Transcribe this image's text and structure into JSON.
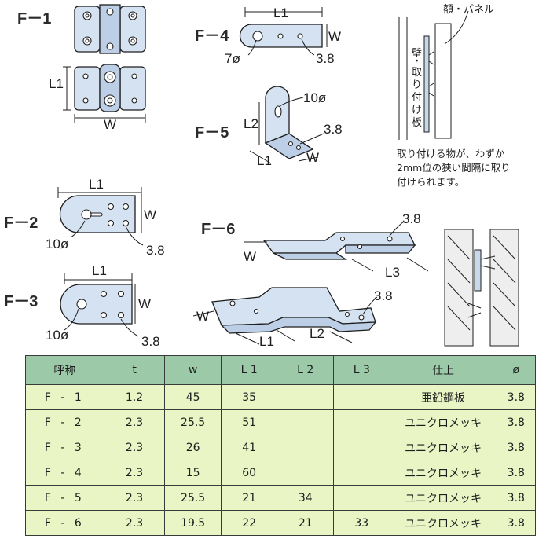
{
  "figures": {
    "f1": {
      "label": "F－1",
      "dim_l1": "L1",
      "dim_w": "W"
    },
    "f2": {
      "label": "F－2",
      "dim_l1": "L1",
      "dim_w": "W",
      "hole_a": "10ø",
      "hole_b": "3.8"
    },
    "f3": {
      "label": "F－3",
      "dim_l1": "L1",
      "dim_w": "W",
      "hole_a": "10ø",
      "hole_b": "3.8"
    },
    "f4": {
      "label": "F－4",
      "dim_l1": "L1",
      "dim_w": "W",
      "hole_a": "7ø",
      "hole_b": "3.8"
    },
    "f5": {
      "label": "F－5",
      "dim_l1": "L1",
      "dim_l2": "L2",
      "dim_w": "W",
      "hole_a": "10ø",
      "hole_b": "3.8"
    },
    "f6": {
      "label": "F－6",
      "dim_l1": "L1",
      "dim_l2": "L2",
      "dim_l3": "L3",
      "dim_w": "W",
      "hole_b": "3.8"
    }
  },
  "install_diagram": {
    "panel_label": "額・パネル",
    "wall_label": [
      "壁",
      "・",
      "取",
      "り",
      "付",
      "け",
      "板"
    ]
  },
  "note": "取り付ける物が、わずか\n2mm位の狭い間隔に取り\n付けられます。",
  "table": {
    "headers": [
      "呼称",
      "t",
      "w",
      "L 1",
      "L 2",
      "L 3",
      "仕上",
      "ø"
    ],
    "rows": [
      [
        "F - 1",
        "1.2",
        "45",
        "35",
        "",
        "",
        "亜鉛鋼板",
        "3.8"
      ],
      [
        "F - 2",
        "2.3",
        "25.5",
        "51",
        "",
        "",
        "ユニクロメッキ",
        "3.8"
      ],
      [
        "F - 3",
        "2.3",
        "26",
        "41",
        "",
        "",
        "ユニクロメッキ",
        "3.8"
      ],
      [
        "F - 4",
        "2.3",
        "15",
        "60",
        "",
        "",
        "ユニクロメッキ",
        "3.8"
      ],
      [
        "F - 5",
        "2.3",
        "25.5",
        "21",
        "34",
        "",
        "ユニクロメッキ",
        "3.8"
      ],
      [
        "F - 6",
        "2.3",
        "19.5",
        "22",
        "21",
        "33",
        "ユニクロメッキ",
        "3.8"
      ]
    ]
  }
}
